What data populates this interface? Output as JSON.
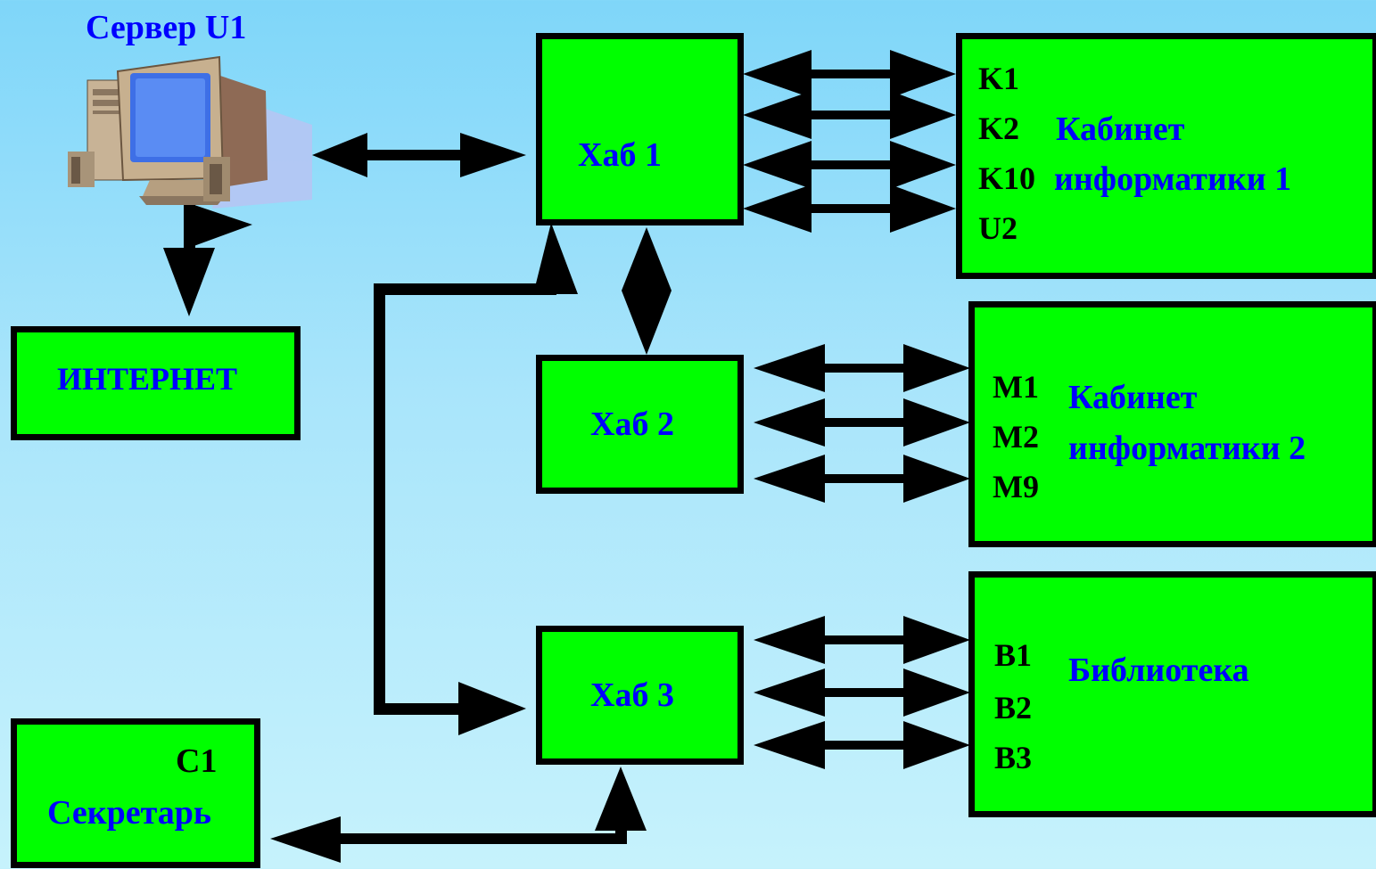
{
  "server": {
    "label": "Сервер U1"
  },
  "internet": {
    "label": "ИНТЕРНЕТ"
  },
  "hubs": [
    {
      "label": "Хаб 1"
    },
    {
      "label": "Хаб 2"
    },
    {
      "label": "Хаб 3"
    }
  ],
  "rooms": [
    {
      "title_line1": "Кабинет",
      "title_line2": "информатики 1",
      "computers": [
        "K1",
        "K2",
        "K10",
        "U2"
      ]
    },
    {
      "title_line1": "Кабинет",
      "title_line2": "информатики 2",
      "computers": [
        "M1",
        "M2",
        "M9"
      ]
    },
    {
      "title_line1": "Библиотека",
      "computers": [
        "B1",
        "B2",
        "B3"
      ]
    }
  ],
  "secretary": {
    "computer": "C1",
    "label": "Секретарь"
  },
  "colors": {
    "box_fill": "#00ff00",
    "label_blue": "#0000ff",
    "line": "#000000"
  }
}
